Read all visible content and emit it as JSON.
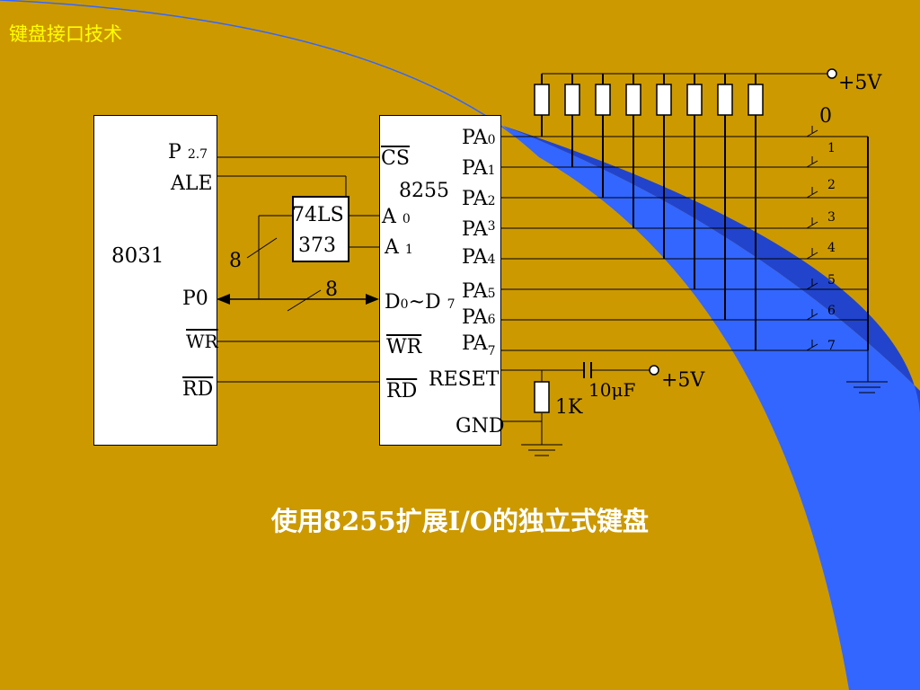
{
  "slide": {
    "title": "键盘接口技术",
    "caption": "使用8255扩展I/O的独立式键盘"
  },
  "cpu": {
    "name": "8031",
    "pins": {
      "p27_main": "P",
      "p27_sub": "2.7",
      "ale": "ALE",
      "p0": "P0",
      "wr": "WR",
      "rd": "RD"
    }
  },
  "latch": {
    "line1": "74LS",
    "line2": "373"
  },
  "ppi": {
    "name": "8255",
    "pins": {
      "cs": "CS",
      "a0_main": "A",
      "a0_sub": "0",
      "a1_main": "A",
      "a1_sub": "1",
      "d_main1": "D",
      "d_sub1": "0",
      "d_mid": "~D",
      "d_sub2": "7",
      "wr": "WR",
      "rd": "RD",
      "reset": "RESET",
      "gnd": "GND"
    },
    "port_a": [
      {
        "main": "PA",
        "sub": "0"
      },
      {
        "main": "PA",
        "sub": "1"
      },
      {
        "main": "PA",
        "sub": "2"
      },
      {
        "main": "PA",
        "sub": "3"
      },
      {
        "main": "PA",
        "sub": "4"
      },
      {
        "main": "PA",
        "sub": "5"
      },
      {
        "main": "PA",
        "sub": "6"
      },
      {
        "main": "PA",
        "sub": "7"
      }
    ]
  },
  "bus_labels": {
    "bus_to_latch": "8",
    "bus_to_ppi": "8"
  },
  "power": {
    "top_supply": "+5V",
    "reset_supply": "+5V",
    "resistor": "1K",
    "capacitor": "10μF"
  },
  "keys": [
    "0",
    "1",
    "2",
    "3",
    "4",
    "5",
    "6",
    "7"
  ],
  "colors": {
    "background": "#CC9900",
    "swoosh": "#3366FF",
    "title": "#FFFF00",
    "caption": "#FFFFFF"
  }
}
